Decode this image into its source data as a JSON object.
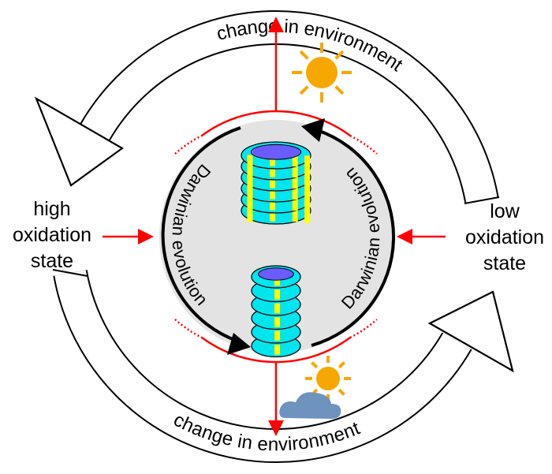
{
  "labels": {
    "left_state": [
      "high",
      "oxidation",
      "state"
    ],
    "right_state": [
      "low",
      "oxidation",
      "state"
    ],
    "top_arrow": "change in environment",
    "bottom_arrow": "change in environment",
    "inner_left": "Darwinian evolution",
    "inner_right": "Darwinian evolution"
  },
  "colors": {
    "red": "#ff0000",
    "circle_fill": "#e3e3e3",
    "ring_cyan": "#00e5ee",
    "ring_stripe": "#ffff00",
    "pore": "#6a5cff",
    "sun": "#f7a800",
    "cloud": "#6f93bf"
  }
}
